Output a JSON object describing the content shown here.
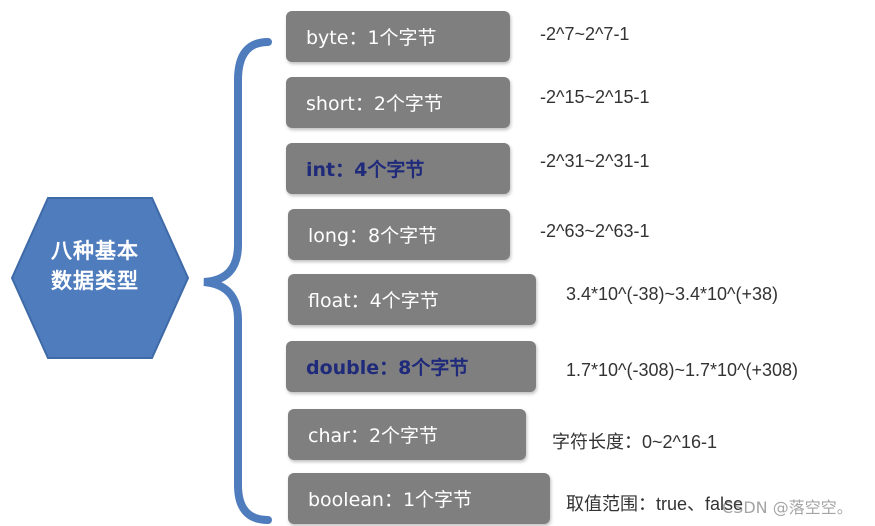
{
  "title": "八种基本数据类型",
  "title_lines": [
    "八种基本",
    "数据类型"
  ],
  "colors": {
    "hexagon": "#4f7cbd",
    "brace": "#4f7cbd",
    "box": "#7f7f7f",
    "highlight_text": "#1f2a7a"
  },
  "types": [
    {
      "label": "byte：1个字节",
      "range": "-2^7~2^7-1",
      "highlight": false
    },
    {
      "label": "short：2个字节",
      "range": "-2^15~2^15-1",
      "highlight": false
    },
    {
      "label": "int：4个字节",
      "range": "-2^31~2^31-1",
      "highlight": true
    },
    {
      "label": "long：8个字节",
      "range": "-2^63~2^63-1",
      "highlight": false
    },
    {
      "label": "float：4个字节",
      "range": "3.4*10^(-38)~3.4*10^(+38)",
      "highlight": false
    },
    {
      "label": "double：8个字节",
      "range": "1.7*10^(-308)~1.7*10^(+308)",
      "highlight": true
    },
    {
      "label": "char：2个字节",
      "range": "字符长度：0~2^16-1",
      "highlight": false
    },
    {
      "label": "boolean：1个字节",
      "range": "取值范围：true、false",
      "highlight": false
    }
  ],
  "watermark": "CSDN @落空空。"
}
